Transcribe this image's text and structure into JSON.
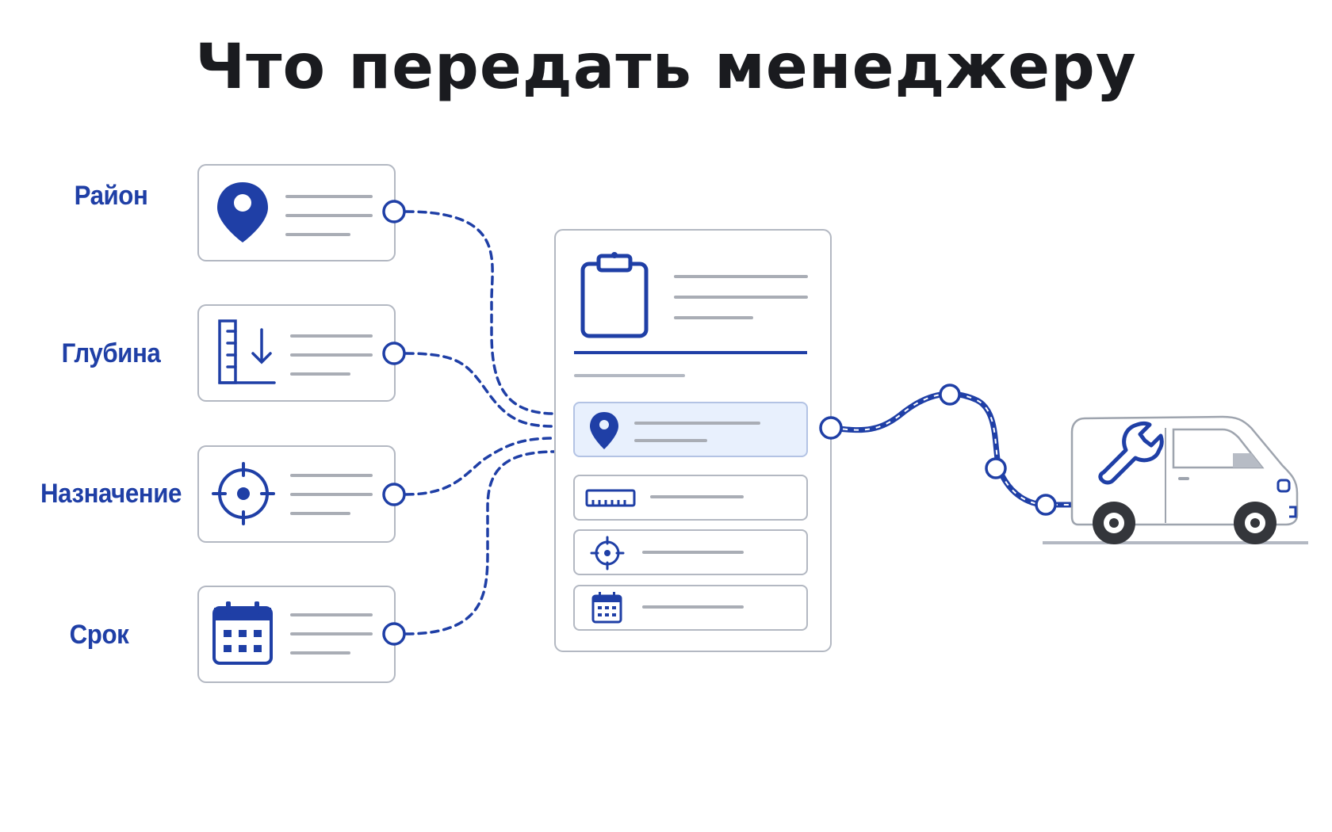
{
  "title": "Что передать менеджеру",
  "labels": [
    {
      "id": "district",
      "text": "Район",
      "icon": "map-pin-icon"
    },
    {
      "id": "depth",
      "text": "Глубина",
      "icon": "ruler-depth-icon"
    },
    {
      "id": "purpose",
      "text": "Назначение",
      "icon": "crosshair-target-icon"
    },
    {
      "id": "deadline",
      "text": "Срок",
      "icon": "calendar-icon"
    }
  ],
  "center_form": {
    "icon": "clipboard-icon",
    "rows": [
      "map-pin-icon",
      "ruler-icon",
      "crosshair-target-icon",
      "calendar-icon"
    ]
  },
  "destination": {
    "icon": "service-van-icon",
    "badge": "wrench-icon"
  },
  "colors": {
    "accent": "#1f3fa6",
    "title": "#1a1b1f",
    "card_border": "#b3b8c2",
    "placeholder_line": "#a9adb5",
    "highlight_fill": "#e8f0fd"
  }
}
